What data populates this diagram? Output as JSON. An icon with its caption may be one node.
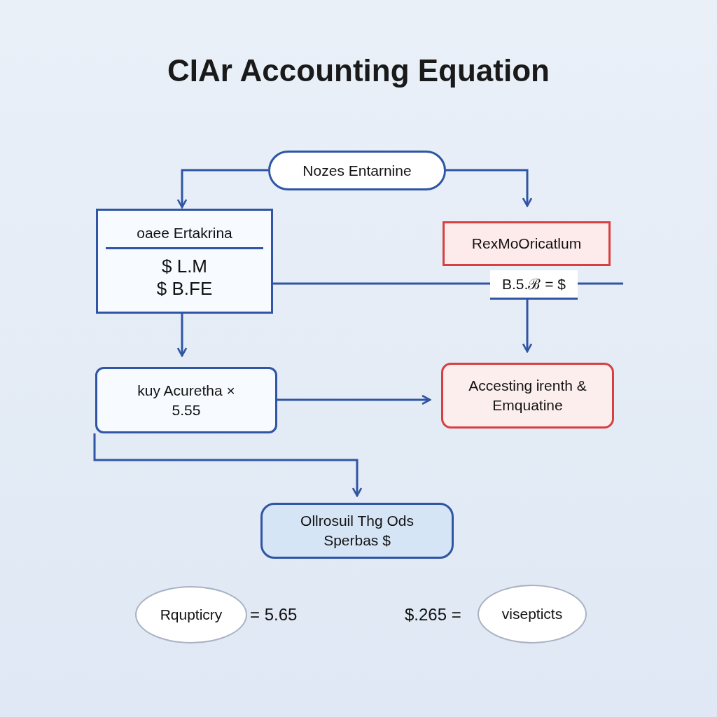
{
  "diagram": {
    "title": "CIAr Accounting Equation",
    "nodes": [
      {
        "text": [
          "Nozes Entarnine"
        ]
      },
      {
        "text": [
          "oaee Ertakrina",
          "$ L.M",
          "$ B.FE"
        ]
      },
      {
        "text": [
          "RexMoOricatlum"
        ]
      },
      {
        "text": [
          "B.5.ℬ = $"
        ]
      },
      {
        "text": [
          "kuy Acuretha ×",
          "5.55"
        ]
      },
      {
        "text": [
          "Accesting Ꭵrenth & Emquatine"
        ]
      },
      {
        "text": [
          "Ollrosuil Thg Ods",
          "Sperbas $"
        ]
      },
      {
        "text": [
          "Rqupticry"
        ],
        "beside": [
          "= 5.65"
        ]
      },
      {
        "text": [
          "visepticts"
        ],
        "beside": [
          "$.265 ="
        ]
      }
    ],
    "edges": [
      {
        "from": 0,
        "to": 1,
        "arrow": "to"
      },
      {
        "from": 0,
        "to": 2,
        "arrow": "to"
      },
      {
        "from": 1,
        "to": 3,
        "arrow": "none"
      },
      {
        "from": 3,
        "to": null,
        "arrow": "none"
      },
      {
        "from": 3,
        "to": 5,
        "arrow": "to"
      },
      {
        "from": 1,
        "to": 4,
        "arrow": "to"
      },
      {
        "from": 4,
        "to": 5,
        "arrow": "to"
      },
      {
        "from": 4,
        "to": 6,
        "arrow": "to"
      }
    ]
  }
}
